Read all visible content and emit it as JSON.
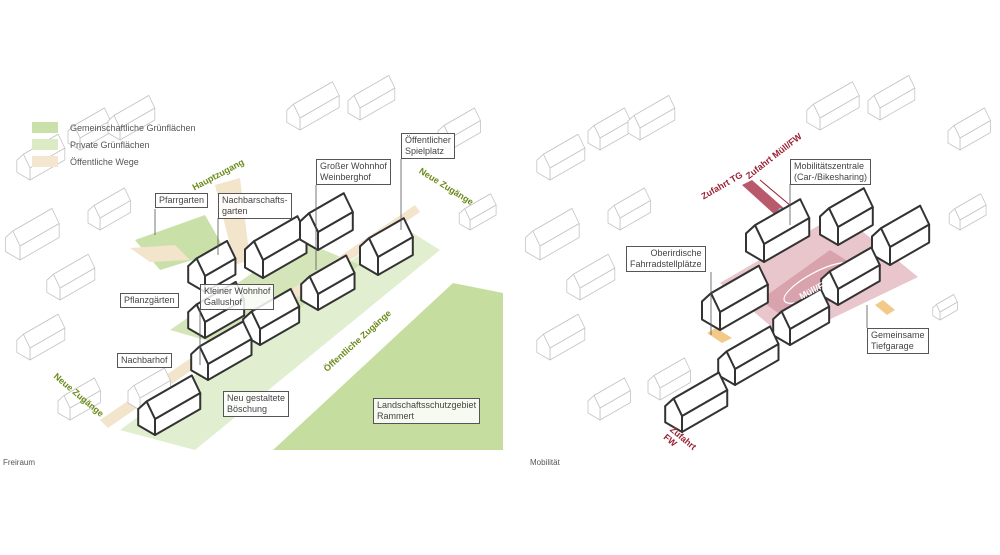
{
  "left_panel": {
    "caption": "Freiraum",
    "legend": [
      {
        "label": "Gemeinschaftliche Grünflächen",
        "color": "#c9e0a8"
      },
      {
        "label": "Private Grünflächen",
        "color": "#dcebc6"
      },
      {
        "label": "Öffentliche Wege",
        "color": "#f5e6cf"
      }
    ],
    "labels": {
      "pfarrgarten": "Pfarrgarten",
      "nachbarschaftsgarten": [
        "Nachbarschafts-",
        "garten"
      ],
      "weinberghof": [
        "Großer Wohnhof",
        "Weinberghof"
      ],
      "spielplatz": [
        "Öffentlicher",
        "Spielplatz"
      ],
      "pflanzgaerten": "Pflanzgärten",
      "gallushof": [
        "Kleiner Wohnhof",
        "Gallushof"
      ],
      "nachbarhof": "Nachbarhof",
      "boeschung": [
        "Neu gestaltete",
        "Böschung"
      ],
      "rammert": [
        "Landschaftsschutzgebiet",
        "Rammert"
      ]
    },
    "access": {
      "hauptzugang": "Hauptzugang",
      "neue_zugaenge_right": "Neue Zugänge",
      "neue_zugaenge_left": "Neue Zugänge",
      "oeffentliche_zugaenge": "Öffentliche Zugänge"
    },
    "colors": {
      "green": "#c5dea0",
      "light_green": "#e1eed0",
      "path": "#f3e4cc",
      "accent": "#6a8a1a"
    }
  },
  "right_panel": {
    "caption": "Mobilität",
    "labels": {
      "mobilitaetszentrale": [
        "Mobilitätszentrale",
        "(Car-/Bikesharing)"
      ],
      "fahrradstellplaetze": [
        "Oberirdische",
        "Fahrradstellplätze"
      ],
      "tiefgarage": [
        "Gemeinsame",
        "Tiefgarage"
      ]
    },
    "access": {
      "zufahrt_tg": "Zufahrt TG",
      "zufahrt_muell": "Zufahrt Müll/FW",
      "muell_fw": "Müll/FW",
      "zufahrt_fw": [
        "Zufahrt",
        "FW"
      ]
    },
    "colors": {
      "garage": "#e8c6cc",
      "road": "#b85a6c",
      "mobility": "#7ec3e6",
      "bike": "#f3c98a",
      "accent": "#9b2335"
    }
  }
}
